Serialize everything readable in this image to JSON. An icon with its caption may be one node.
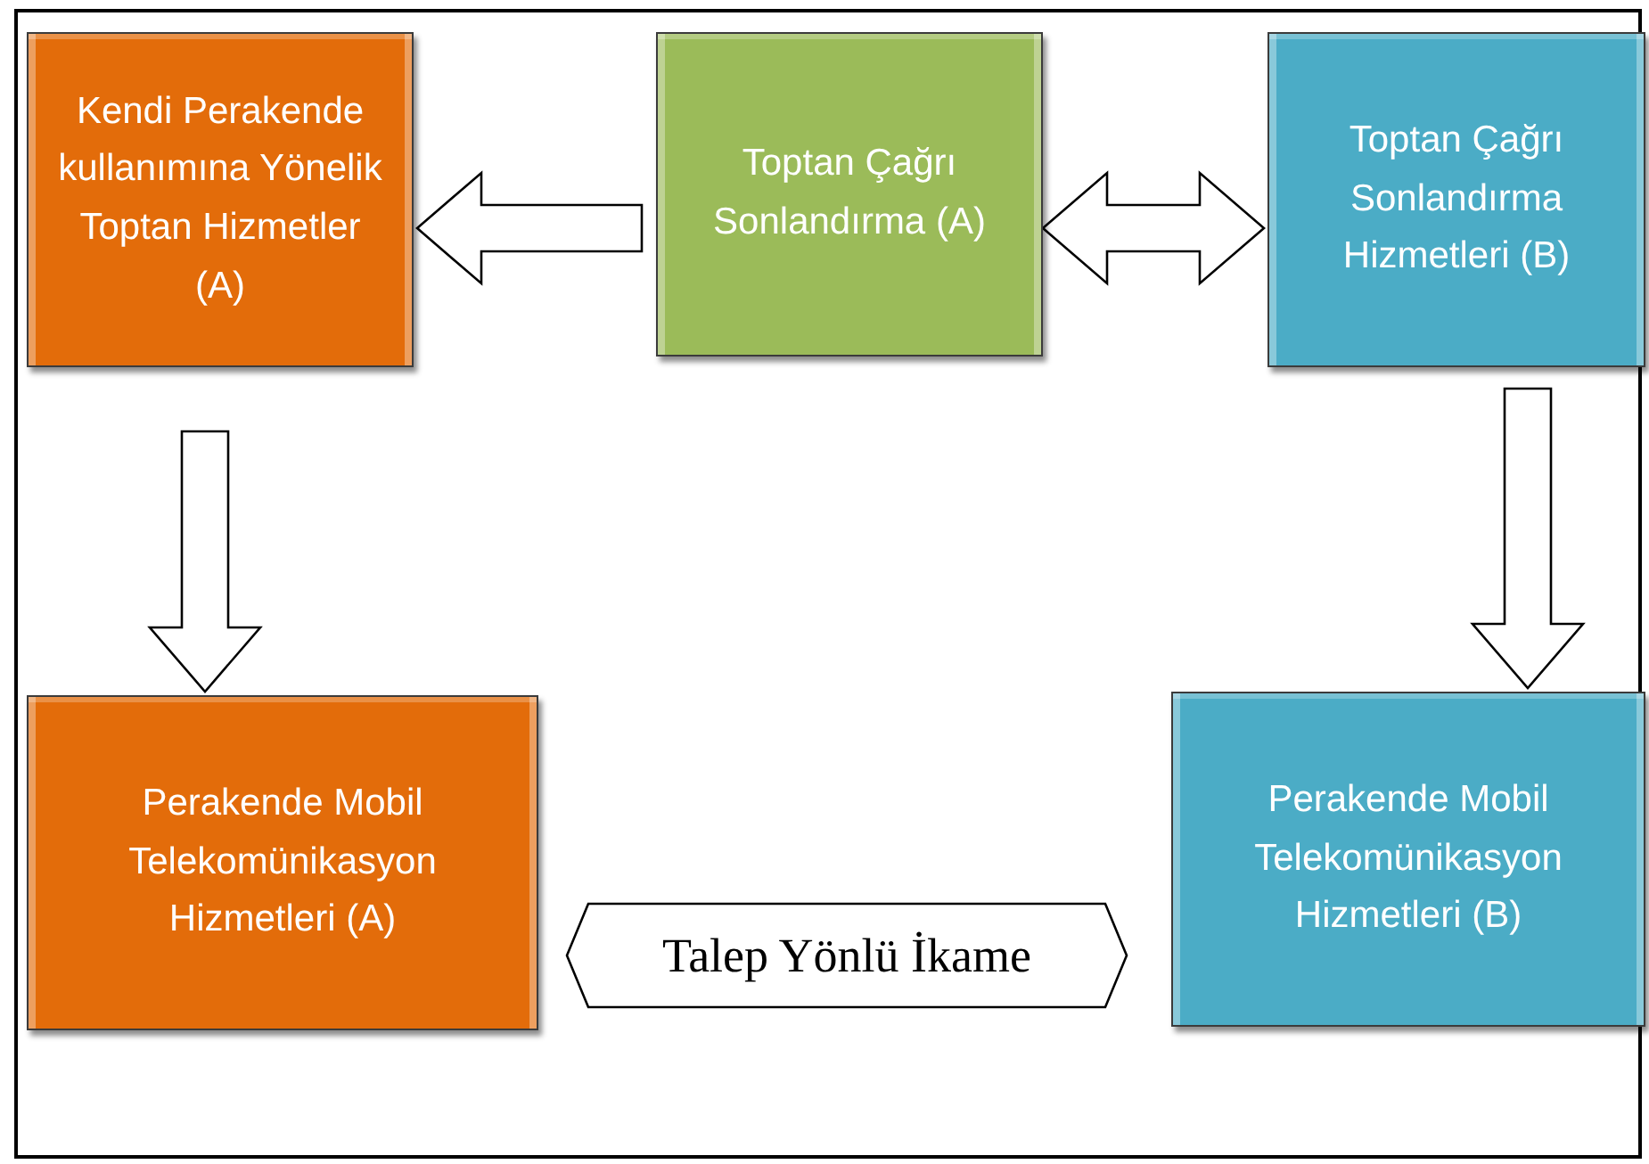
{
  "diagram": {
    "nodes": [
      {
        "text": [
          "Kendi Perakende kullanımına Yönelik Toptan Hizmetler (A)"
        ]
      },
      {
        "text": [
          "Toptan Çağrı Sonlandırma (A)"
        ]
      },
      {
        "text": [
          "Toptan Çağrı Sonlandırma Hizmetleri (B)"
        ]
      },
      {
        "text": [
          "Perakende Mobil Telekomünikasyon Hizmetleri (A)"
        ]
      },
      {
        "text": [
          "Talep Yönlü İkame"
        ]
      },
      {
        "text": [
          "Perakende Mobil Telekomünikasyon Hizmetleri (B)"
        ]
      }
    ],
    "edges": [
      {
        "from": 1,
        "to": 0,
        "arrow": "to"
      },
      {
        "from": 1,
        "to": 2,
        "arrow": "both"
      },
      {
        "from": 0,
        "to": 3,
        "arrow": "to"
      },
      {
        "from": 2,
        "to": 5,
        "arrow": "to"
      }
    ]
  }
}
